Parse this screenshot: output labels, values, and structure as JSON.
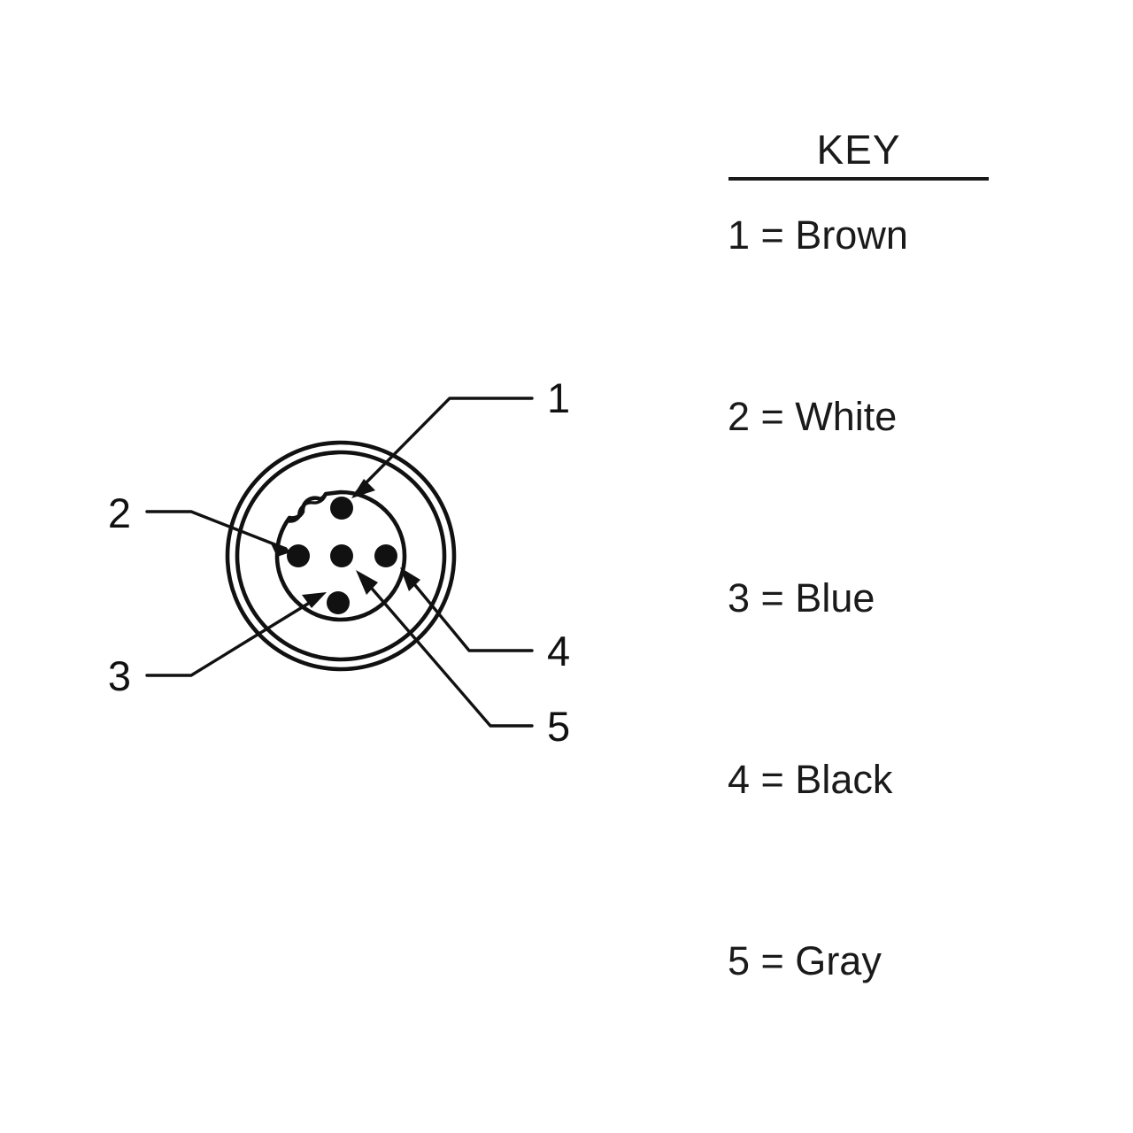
{
  "diagram": {
    "title_hidden": "",
    "connector": {
      "type": "m12-5pin-female-face-view",
      "outer_ring_label": "connector-outer-shell",
      "inner_body_label": "connector-insert",
      "keyway_label": "keyway-notch",
      "pin_count": 5
    },
    "callouts": [
      {
        "id": "1",
        "label": "1",
        "target_pin": "pin-1",
        "side": "right"
      },
      {
        "id": "2",
        "label": "2",
        "target_pin": "pin-2",
        "side": "left"
      },
      {
        "id": "3",
        "label": "3",
        "target_pin": "pin-3",
        "side": "left"
      },
      {
        "id": "4",
        "label": "4",
        "target_pin": "pin-4",
        "side": "right"
      },
      {
        "id": "5",
        "label": "5",
        "target_pin": "pin-5",
        "side": "right"
      }
    ]
  },
  "key": {
    "title": "KEY",
    "entries": [
      {
        "number": "1",
        "separator": "=",
        "color_name": "Brown",
        "text": "1 = Brown"
      },
      {
        "number": "2",
        "separator": "=",
        "color_name": "White",
        "text": "2 = White"
      },
      {
        "number": "3",
        "separator": "=",
        "color_name": "Blue",
        "text": "3 = Blue"
      },
      {
        "number": "4",
        "separator": "=",
        "color_name": "Black",
        "text": "4 = Black"
      },
      {
        "number": "5",
        "separator": "=",
        "color_name": "Gray",
        "text": "5 = Gray"
      }
    ]
  },
  "style": {
    "ink": "#111111",
    "paper": "#ffffff"
  }
}
